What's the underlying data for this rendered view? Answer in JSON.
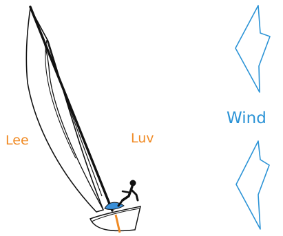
{
  "labels": {
    "lee": "Lee",
    "luv": "Luv",
    "wind": "Wind"
  },
  "colors": {
    "lee": "#f08a24",
    "luv": "#f08a24",
    "wind": "#2b93d6",
    "arrow_outline": "#2b93d6",
    "outline": "#111111",
    "hull_center": "#f08a24",
    "cockpit": "#3a8fd8"
  },
  "wind_arrows": {
    "count": 2,
    "direction": "left"
  },
  "figure": {
    "icons": [
      "sail-icon",
      "boat-hull-icon",
      "sailor-icon",
      "wind-arrow-icon"
    ]
  }
}
